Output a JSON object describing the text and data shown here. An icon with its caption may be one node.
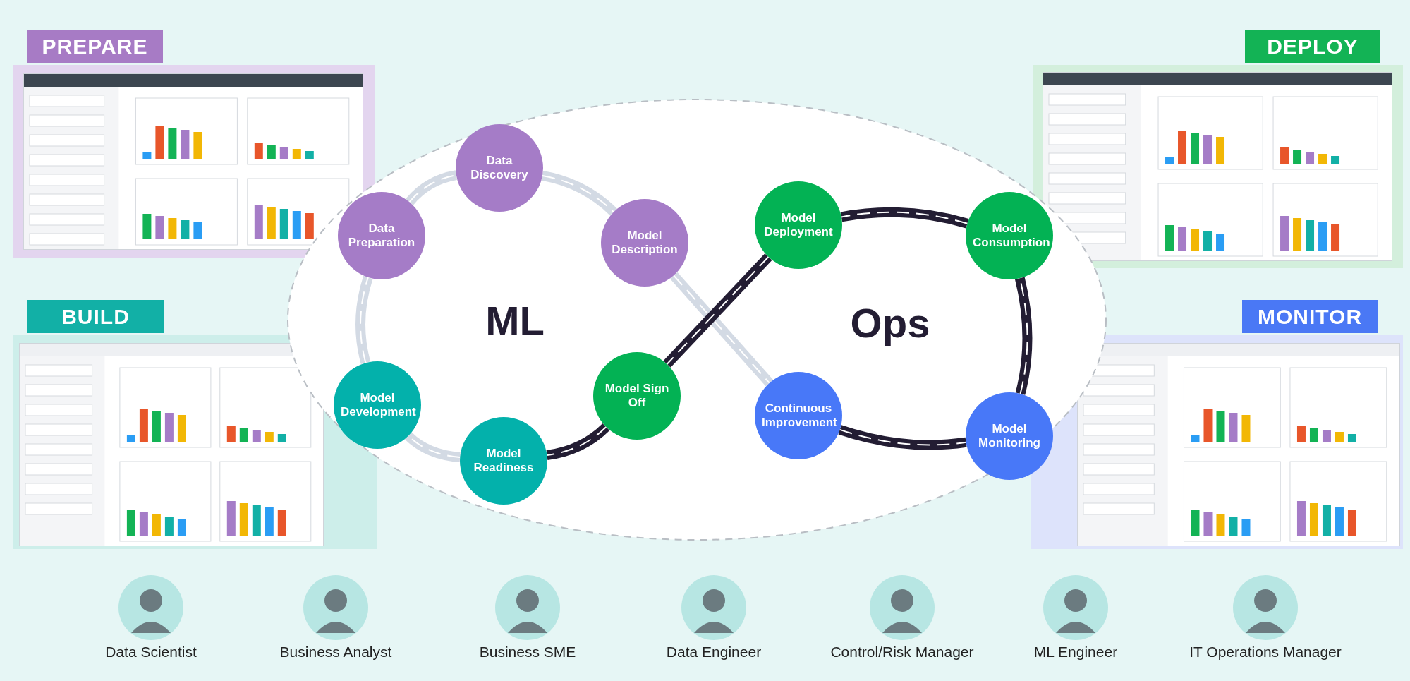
{
  "diagram": {
    "nodes": [
      {
        "text": [
          "PREPARE"
        ]
      },
      {
        "text": [],
        "shape": "picture",
        "in": 0
      },
      {
        "text": [
          "DEPLOY"
        ]
      },
      {
        "text": [],
        "shape": "picture",
        "in": 2
      },
      {
        "text": [
          "Data Discovery"
        ]
      },
      {
        "text": [
          "Data Preparation"
        ]
      },
      {
        "text": [
          "Model Description"
        ]
      },
      {
        "text": [
          "Model Deployment"
        ]
      },
      {
        "text": [
          "Model Consumption"
        ]
      },
      {
        "text": [
          "BUILD"
        ]
      },
      {
        "text": [],
        "shape": "picture",
        "in": 9
      },
      {
        "text": [
          "MONITOR"
        ]
      },
      {
        "text": [],
        "shape": "picture",
        "in": 11
      },
      {
        "text": [
          "Model Development"
        ]
      },
      {
        "text": [
          "Model Sign Off"
        ]
      },
      {
        "text": [
          "Continuous Improvement"
        ]
      },
      {
        "text": [
          "Model Monitoring"
        ]
      },
      {
        "text": [
          "Model Readiness"
        ]
      }
    ],
    "edges": [
      {
        "from": 5,
        "to": 4,
        "arrow": "none",
        "color": "#d3dae4"
      },
      {
        "from": 4,
        "to": 6,
        "arrow": "none",
        "color": "#d3dae4"
      },
      {
        "from": 6,
        "to": 15,
        "arrow": "none",
        "color": "#d3dae4"
      },
      {
        "from": 15,
        "to": 16,
        "arrow": "none",
        "color": "#231d33"
      },
      {
        "from": 16,
        "to": 8,
        "arrow": "none",
        "color": "#231d33"
      },
      {
        "from": 8,
        "to": 7,
        "arrow": "none",
        "color": "#231d33"
      },
      {
        "from": 7,
        "to": 14,
        "arrow": "none",
        "color": "#231d33"
      },
      {
        "from": 14,
        "to": 17,
        "arrow": "none",
        "color": "#231d33"
      },
      {
        "from": 17,
        "to": 13,
        "arrow": "none",
        "color": "#d3dae4"
      },
      {
        "from": 13,
        "to": 5,
        "arrow": "none",
        "color": "#d3dae4"
      }
    ],
    "labels": [
      "ML",
      "Ops",
      "Data Scientist",
      "Business Analyst",
      "Business SME",
      "Data Engineer",
      "Control/Risk Manager",
      "ML Engineer",
      "IT Operations Manager"
    ]
  }
}
